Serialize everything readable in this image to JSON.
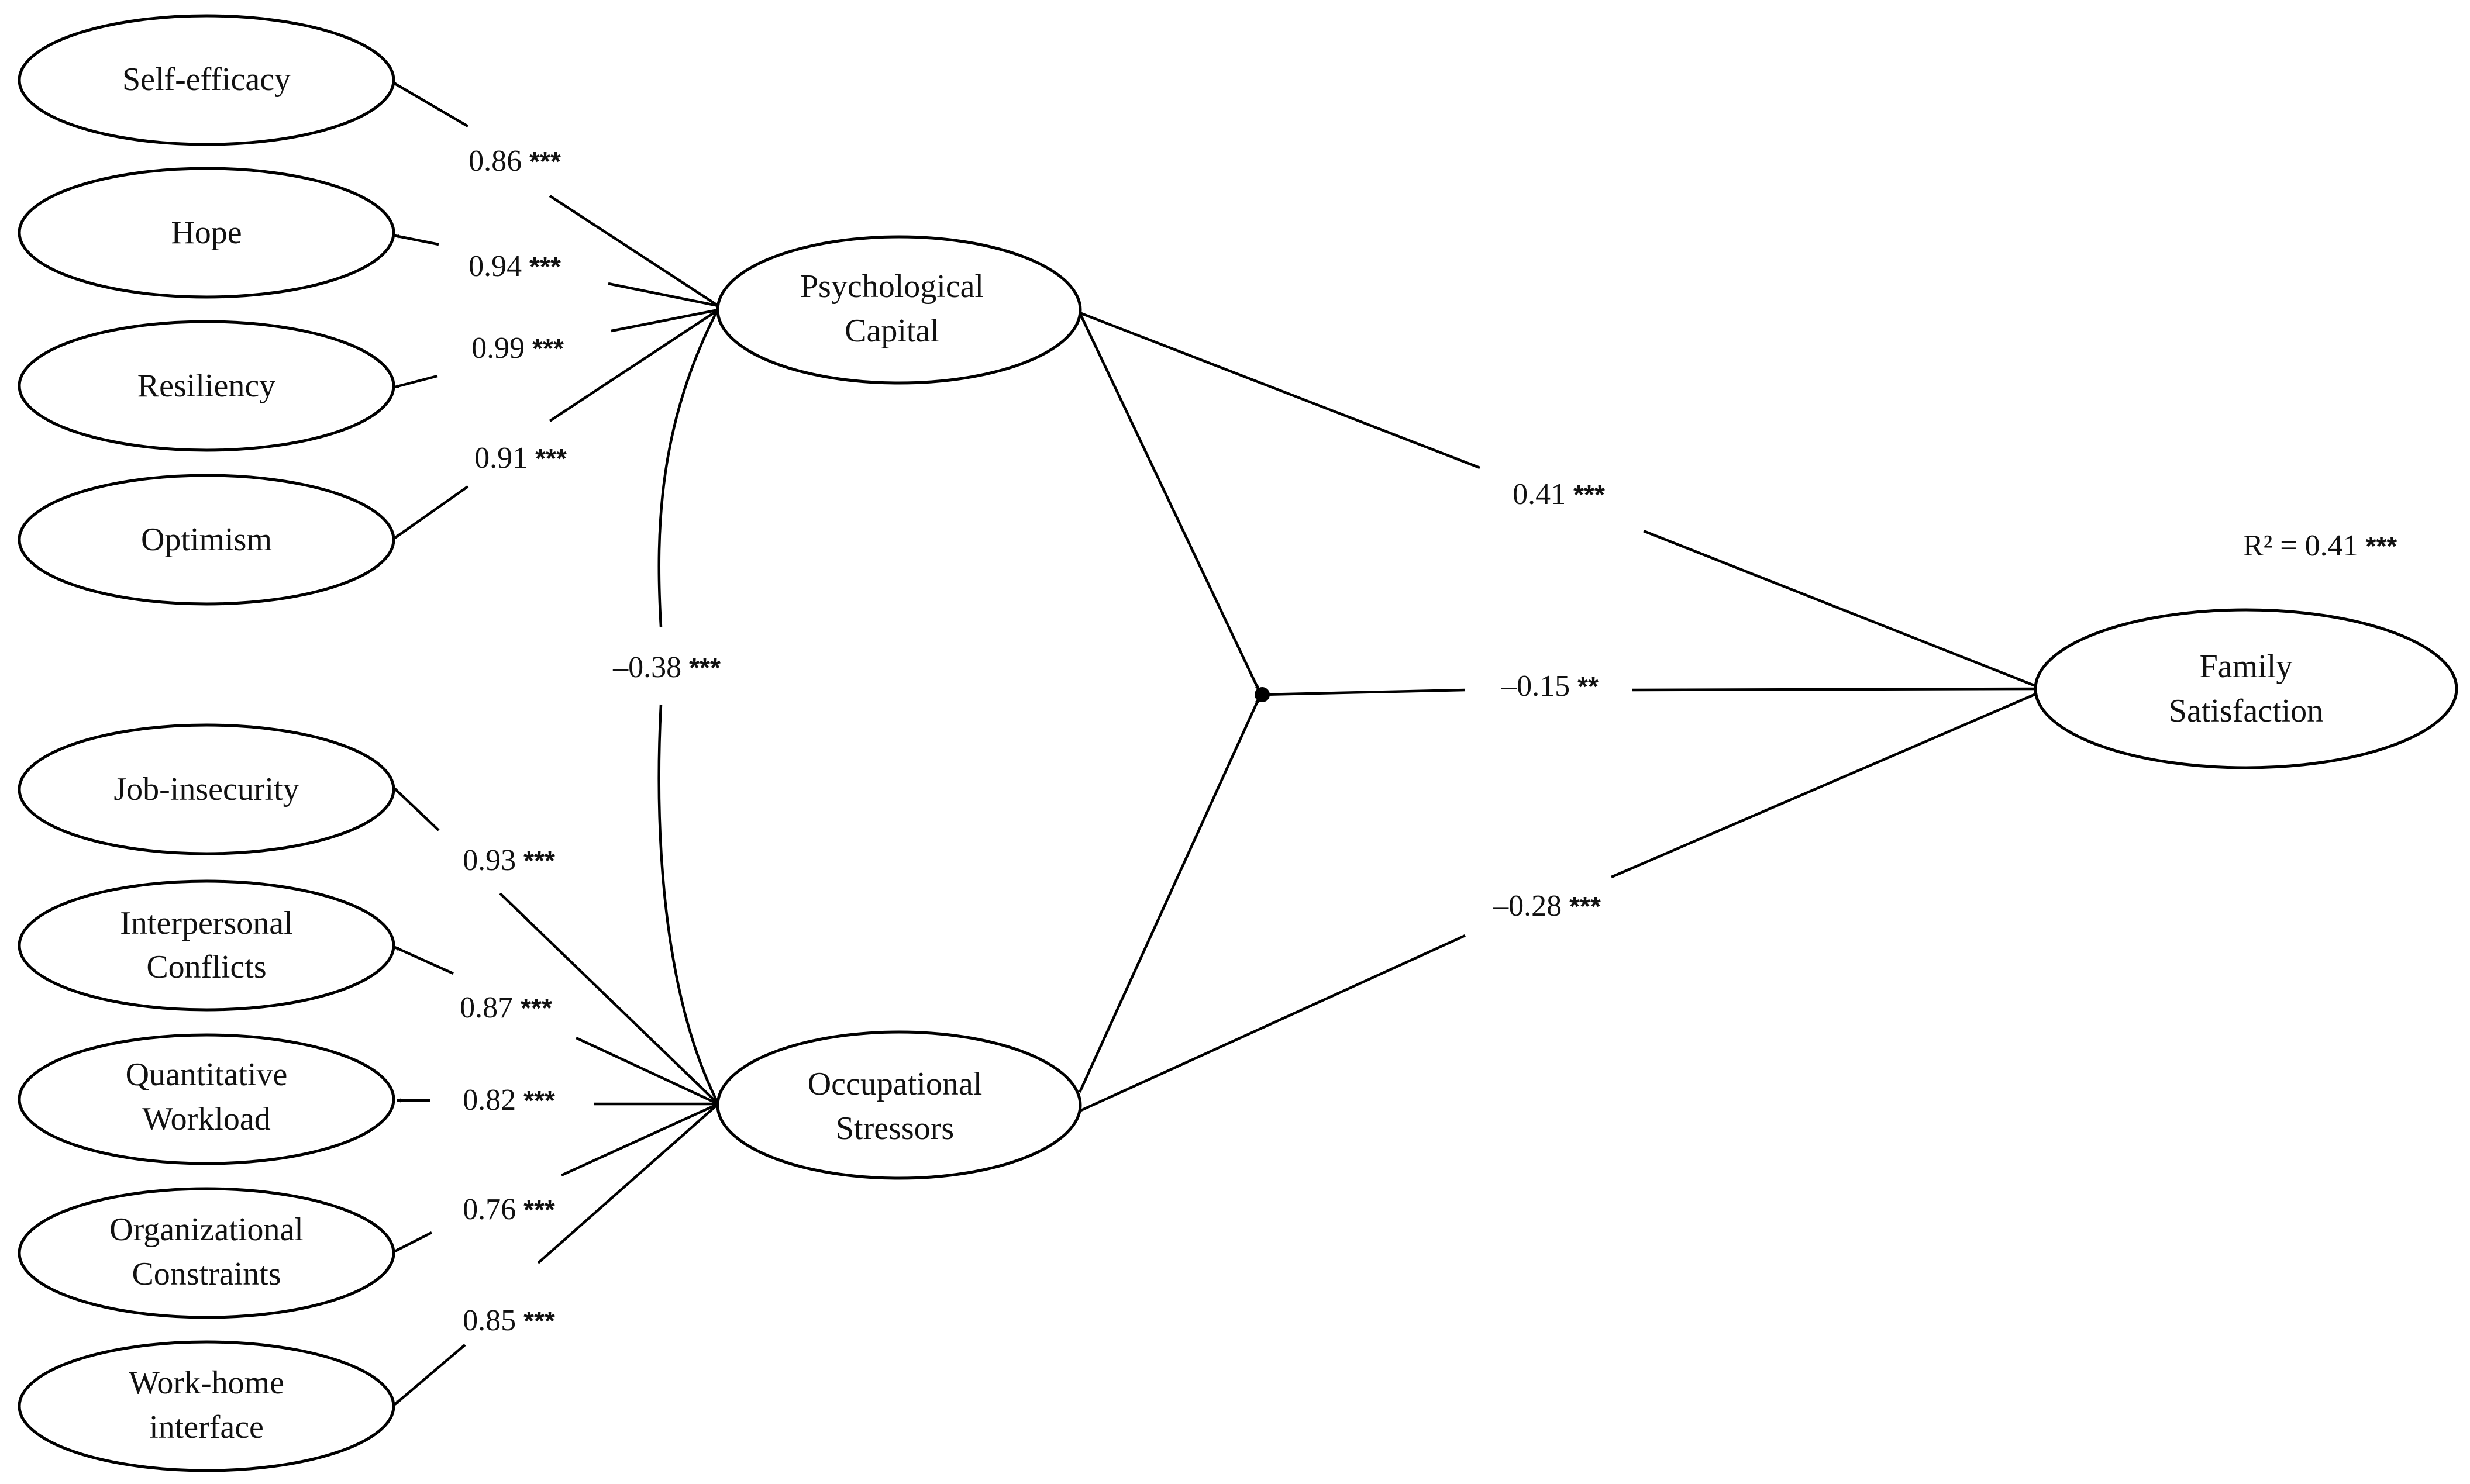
{
  "nodes": {
    "self_efficacy": [
      "Self-efficacy"
    ],
    "hope": [
      "Hope"
    ],
    "resiliency": [
      "Resiliency"
    ],
    "optimism": [
      "Optimism"
    ],
    "job_insecurity": [
      "Job-insecurity"
    ],
    "interpersonal_conflicts": [
      "Interpersonal",
      "Conflicts"
    ],
    "quantitative_workload": [
      "Quantitative",
      "Workload"
    ],
    "organizational_constraints": [
      "Organizational",
      "Constraints"
    ],
    "work_home_interface": [
      "Work-home",
      "interface"
    ],
    "psychological_capital": [
      "Psychological",
      "Capital"
    ],
    "occupational_stressors": [
      "Occupational",
      "Stressors"
    ],
    "family_satisfaction": [
      "Family",
      "Satisfaction"
    ]
  },
  "coefficients": {
    "self_efficacy": {
      "value": "0.86",
      "stars": "***"
    },
    "hope": {
      "value": "0.94",
      "stars": "***"
    },
    "resiliency": {
      "value": "0.99",
      "stars": "***"
    },
    "optimism": {
      "value": "0.91",
      "stars": "***"
    },
    "correlation": {
      "value": "–0.38",
      "stars": "***"
    },
    "job_insecurity": {
      "value": "0.93",
      "stars": "***"
    },
    "interpersonal_conflicts": {
      "value": "0.87",
      "stars": "***"
    },
    "quantitative_workload": {
      "value": "0.82",
      "stars": "***"
    },
    "organizational_constraints": {
      "value": "0.76",
      "stars": "***"
    },
    "work_home_interface": {
      "value": "0.85",
      "stars": "***"
    },
    "psycap_to_family": {
      "value": "0.41",
      "stars": "***"
    },
    "interaction_to_family": {
      "value": "–0.15",
      "stars": "**"
    },
    "stressors_to_family": {
      "value": "–0.28",
      "stars": "***"
    }
  },
  "r_squared": {
    "label": "R² = 0.41",
    "stars": "***"
  }
}
